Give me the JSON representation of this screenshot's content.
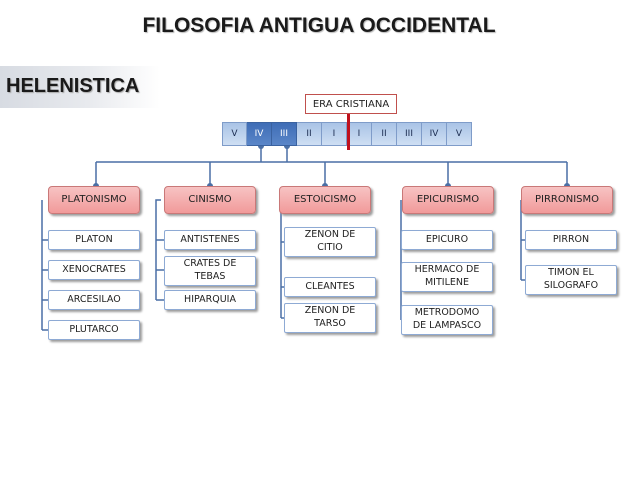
{
  "title": "FILOSOFIA ANTIGUA OCCIDENTAL",
  "section": "HELENISTICA",
  "era_label": "ERA CRISTIANA",
  "timeline": [
    "V",
    "IV",
    "III",
    "II",
    "I",
    "I",
    "II",
    "III",
    "IV",
    "V"
  ],
  "highlighted_cells": [
    "IV",
    "III"
  ],
  "colors": {
    "school_fill": "#f19a9a",
    "connector": "#4a6fa5",
    "era_line": "#c0101c",
    "highlight": "#3f6db6"
  },
  "schools": [
    {
      "name": "PLATONISMO",
      "members": [
        "PLATON",
        "XENOCRATES",
        "ARCESILAO",
        "PLUTARCO"
      ]
    },
    {
      "name": "CINISMO",
      "members": [
        "ANTISTENES",
        "CRATES DE TEBAS",
        "HIPARQUIA"
      ]
    },
    {
      "name": "ESTOICISMO",
      "members": [
        "ZENON DE CITIO",
        "CLEANTES",
        "ZENON DE TARSO"
      ]
    },
    {
      "name": "EPICURISMO",
      "members": [
        "EPICURO",
        "HERMACO DE MITILENE",
        "METRODOMO DE LAMPASCO"
      ]
    },
    {
      "name": "PIRRONISMO",
      "members": [
        "PIRRON",
        "TIMON EL SILOGRAFO"
      ]
    }
  ]
}
